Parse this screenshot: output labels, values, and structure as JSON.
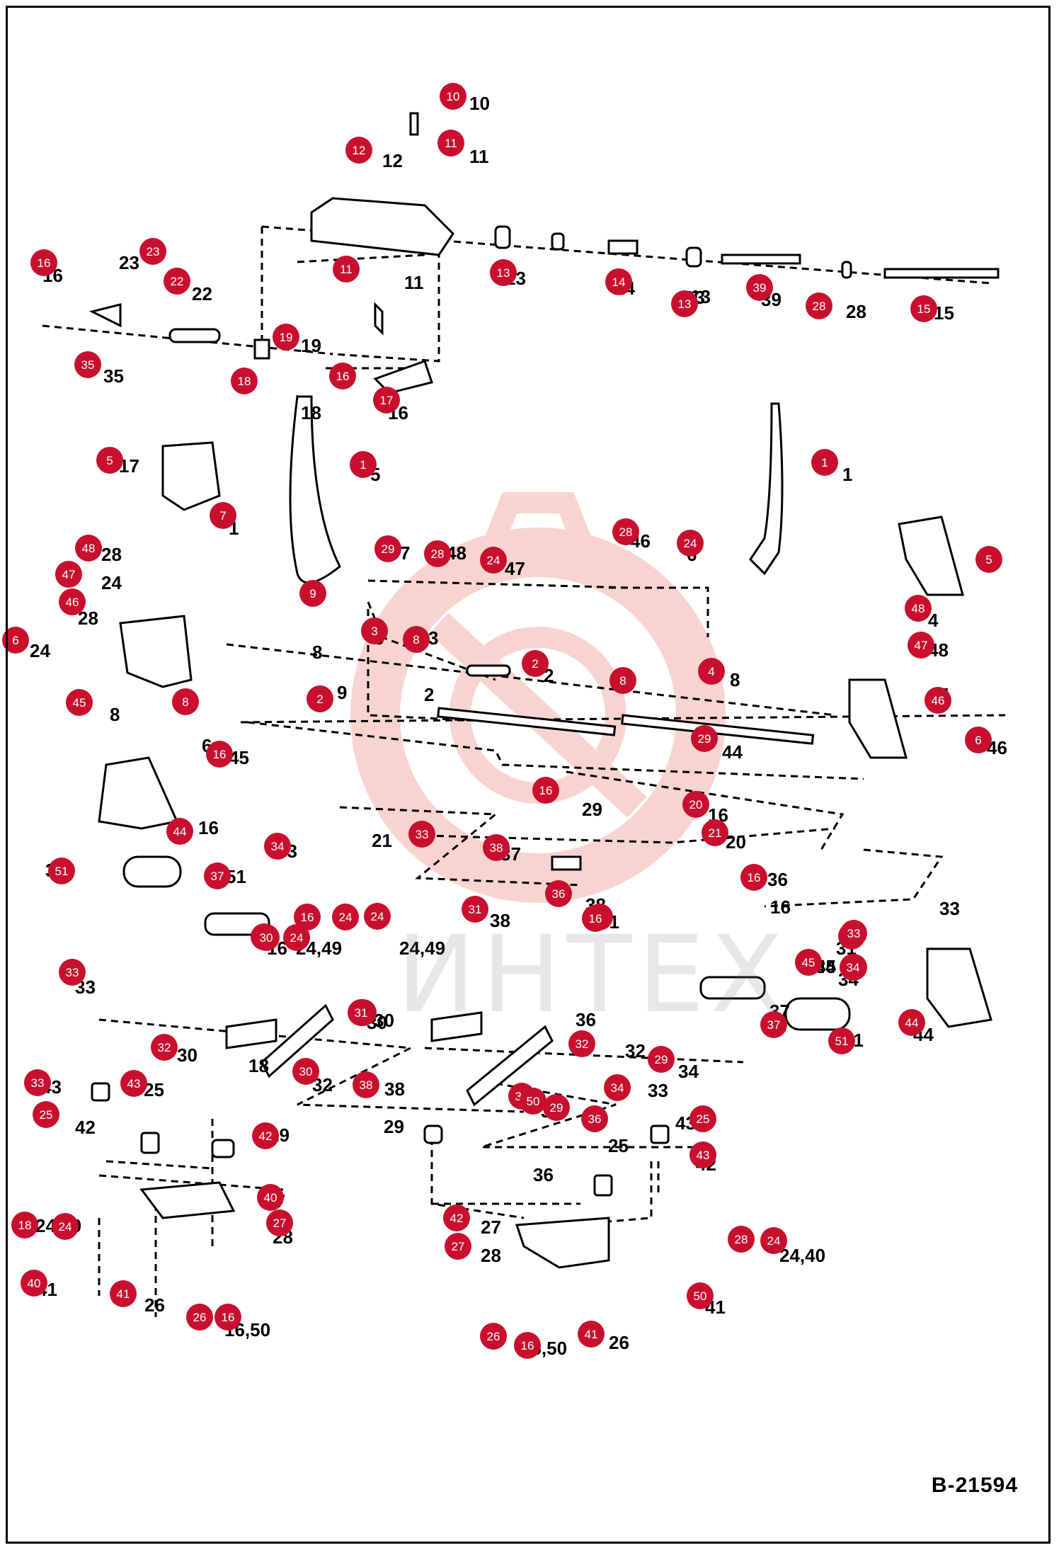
{
  "diagram_id": "B-21594",
  "watermark": "ИНТЕХ",
  "colors": {
    "callout_fill": "#c8102e",
    "callout_text": "#ffffff",
    "line": "#000000",
    "watermark": "#f4c7c7"
  },
  "part_labels": [
    "10",
    "11",
    "12",
    "11",
    "23",
    "22",
    "16",
    "13",
    "13",
    "14",
    "13",
    "39",
    "28",
    "15",
    "35",
    "19",
    "18",
    "16",
    "17",
    "5",
    "1",
    "1",
    "7",
    "48",
    "47",
    "46",
    "6",
    "29",
    "28",
    "24",
    "28",
    "24",
    "5",
    "3",
    "8",
    "9",
    "2",
    "2",
    "8",
    "4",
    "48",
    "47",
    "46",
    "6",
    "8",
    "45",
    "16",
    "44",
    "29",
    "16",
    "20",
    "21",
    "33",
    "34",
    "51",
    "37",
    "38",
    "36",
    "16",
    "38",
    "31",
    "16",
    "24,49",
    "24,49",
    "31",
    "36",
    "33",
    "45",
    "34",
    "33",
    "34",
    "37",
    "30",
    "32",
    "30",
    "51",
    "44",
    "32",
    "38",
    "34",
    "33",
    "43",
    "25",
    "42",
    "29",
    "27",
    "28",
    "24,40",
    "41",
    "26",
    "16,50",
    "31",
    "36",
    "25",
    "43",
    "42",
    "27",
    "28",
    "24,40",
    "41",
    "16,50",
    "26",
    "29",
    "30",
    "18"
  ],
  "callouts": [
    "10",
    "11",
    "12",
    "16",
    "23",
    "22",
    "11",
    "13",
    "14",
    "13",
    "39",
    "28",
    "15",
    "19",
    "35",
    "18",
    "16",
    "17",
    "5",
    "1",
    "1",
    "7",
    "29",
    "28",
    "24",
    "28",
    "24",
    "5",
    "48",
    "47",
    "46",
    "3",
    "8",
    "9",
    "2",
    "2",
    "8",
    "4",
    "6",
    "48",
    "47",
    "46",
    "6",
    "8",
    "45",
    "16",
    "29",
    "44",
    "16",
    "20",
    "21",
    "33",
    "38",
    "34",
    "51",
    "37",
    "36",
    "16",
    "38",
    "31",
    "16",
    "16",
    "24",
    "49",
    "24",
    "49",
    "33",
    "45",
    "34",
    "33",
    "34",
    "37",
    "30",
    "32",
    "30",
    "51",
    "44",
    "32",
    "38",
    "29",
    "34",
    "33",
    "43",
    "25",
    "42",
    "29",
    "31",
    "36",
    "25",
    "43",
    "42",
    "27",
    "28",
    "24",
    "40",
    "27",
    "18",
    "24",
    "40",
    "41",
    "26",
    "16",
    "50",
    "41",
    "26",
    "16",
    "50",
    "31",
    "30",
    "24",
    "49"
  ]
}
